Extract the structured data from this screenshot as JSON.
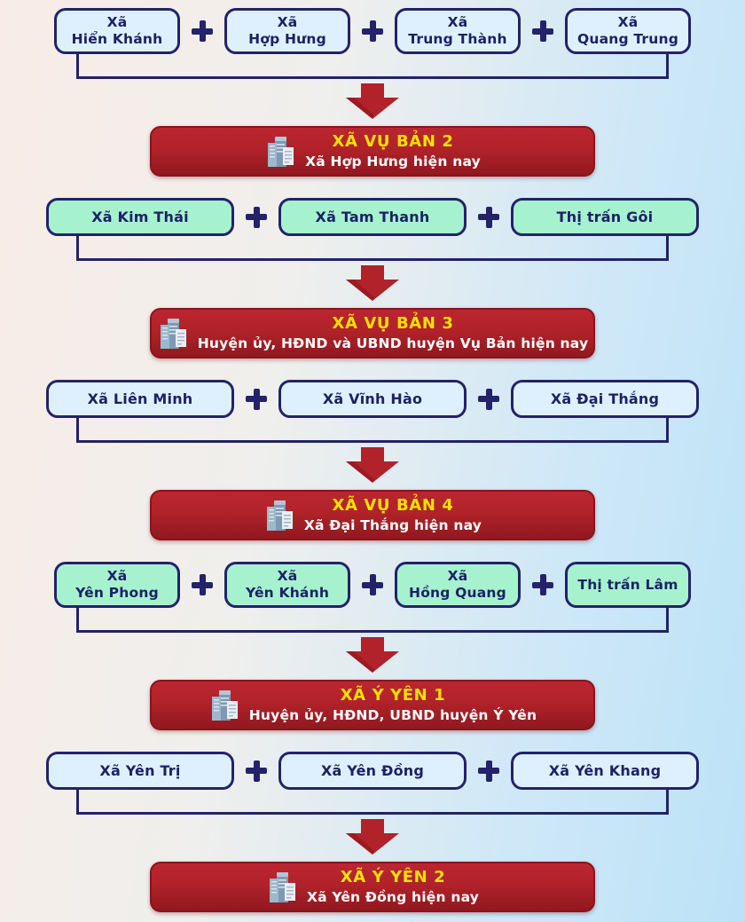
{
  "diagram": {
    "separator_icon": "plus",
    "arrow_icon": "down-arrow",
    "banner_icon": "buildings",
    "colors": {
      "background_left": "#f9ece6",
      "background_right": "#bce2f7",
      "box_blue_fill": "#def0fd",
      "box_green_fill": "#a6f2cf",
      "box_border": "#23226a",
      "box_text": "#1d2167",
      "banner_fill": "#b12229",
      "banner_title": "#ffe000",
      "banner_subtitle": "#ffffff",
      "arrow": "#b1222a"
    },
    "groups": [
      {
        "style": "blue",
        "columns": 4,
        "sources": [
          {
            "lines": [
              "Xã",
              "Hiển Khánh"
            ]
          },
          {
            "lines": [
              "Xã",
              "Hợp Hưng"
            ]
          },
          {
            "lines": [
              "Xã",
              "Trung Thành"
            ]
          },
          {
            "lines": [
              "Xã",
              "Quang Trung"
            ]
          }
        ],
        "banner": {
          "title": "XÃ VỤ BẢN 2",
          "subtitle": "Xã Hợp Hưng hiện nay"
        }
      },
      {
        "style": "green",
        "columns": 3,
        "sources": [
          {
            "lines": [
              "Xã Kim Thái"
            ]
          },
          {
            "lines": [
              "Xã Tam Thanh"
            ]
          },
          {
            "lines": [
              "Thị trấn Gôi"
            ]
          }
        ],
        "banner": {
          "title": "XÃ VỤ BẢN 3",
          "subtitle": "Huyện ủy, HĐND và UBND huyện Vụ Bản hiện nay"
        }
      },
      {
        "style": "blue",
        "columns": 3,
        "sources": [
          {
            "lines": [
              "Xã Liên Minh"
            ]
          },
          {
            "lines": [
              "Xã Vĩnh Hào"
            ]
          },
          {
            "lines": [
              "Xã Đại Thắng"
            ]
          }
        ],
        "banner": {
          "title": "XÃ VỤ BẢN 4",
          "subtitle": "Xã Đại Thắng hiện nay"
        }
      },
      {
        "style": "green",
        "columns": 4,
        "sources": [
          {
            "lines": [
              "Xã",
              "Yên Phong"
            ]
          },
          {
            "lines": [
              "Xã",
              "Yên Khánh"
            ]
          },
          {
            "lines": [
              "Xã",
              "Hồng Quang"
            ]
          },
          {
            "lines": [
              "Thị trấn Lâm"
            ]
          }
        ],
        "banner": {
          "title": "XÃ Ý YÊN 1",
          "subtitle": "Huyện ủy, HĐND, UBND huyện Ý Yên"
        }
      },
      {
        "style": "blue",
        "columns": 3,
        "sources": [
          {
            "lines": [
              "Xã Yên Trị"
            ]
          },
          {
            "lines": [
              "Xã Yên Đồng"
            ]
          },
          {
            "lines": [
              "Xã Yên Khang"
            ]
          }
        ],
        "banner": {
          "title": "XÃ Ý YÊN 2",
          "subtitle": "Xã Yên Đồng hiện nay"
        }
      }
    ]
  }
}
